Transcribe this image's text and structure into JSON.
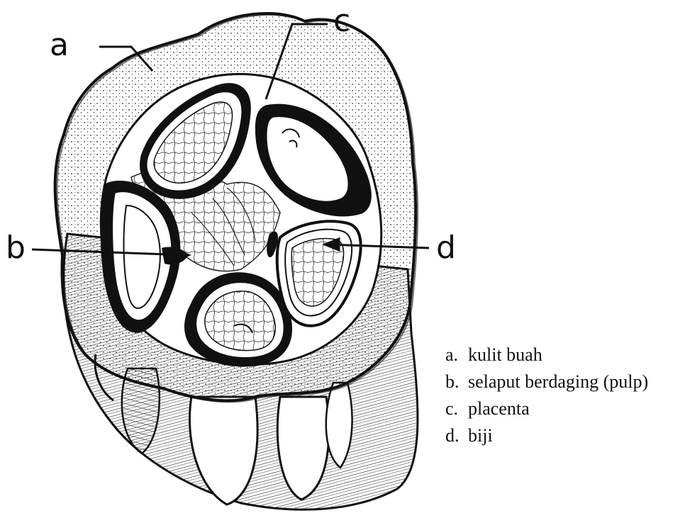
{
  "diagram": {
    "callouts": {
      "a": "a",
      "b": "b",
      "c": "c",
      "d": "d"
    },
    "legend": [
      {
        "letter": "a.",
        "text": "kulit buah"
      },
      {
        "letter": "b.",
        "text": "selaput berdaging (pulp)"
      },
      {
        "letter": "c.",
        "text": "placenta"
      },
      {
        "letter": "d.",
        "text": "biji"
      }
    ]
  },
  "colors": {
    "ink": "#111111",
    "stipple": "#2a2a2a",
    "paper": "#ffffff"
  }
}
